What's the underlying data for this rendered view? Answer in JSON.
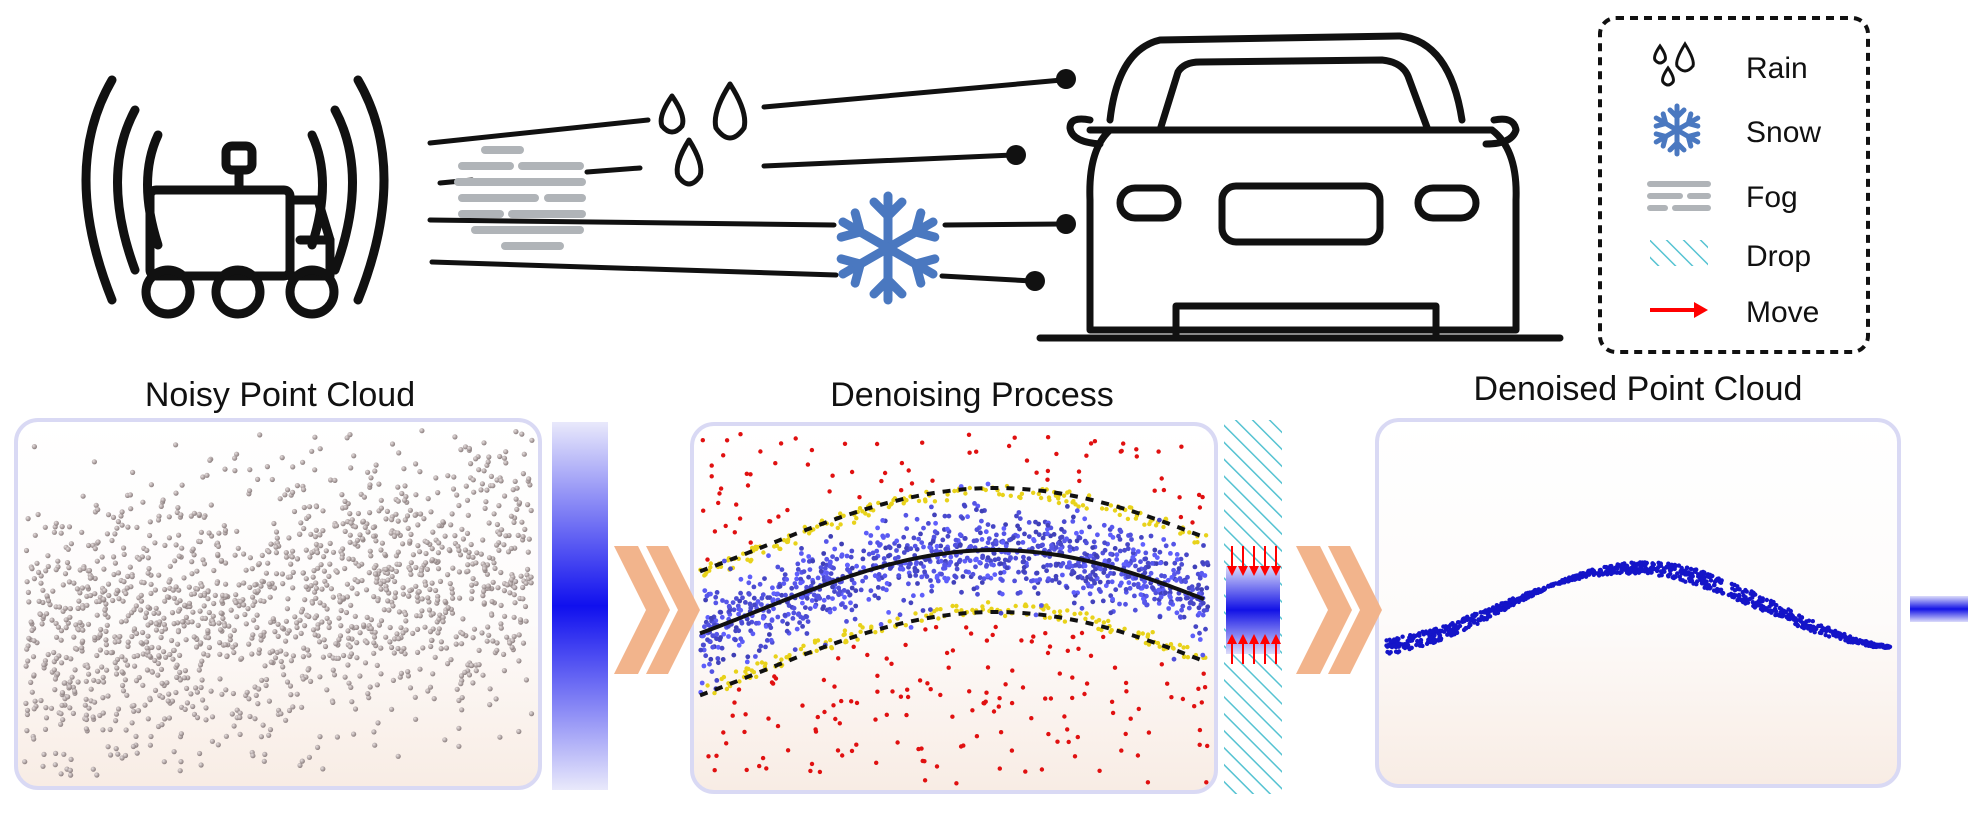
{
  "titles": {
    "noisy": "Noisy Point Cloud",
    "process": "Denoising Process",
    "denoised": "Denoised Point Cloud"
  },
  "legend": [
    {
      "label": "Rain",
      "icon": "raindrops-icon"
    },
    {
      "label": "Snow",
      "icon": "snowflake-icon"
    },
    {
      "label": "Fog",
      "icon": "fog-icon"
    },
    {
      "label": "Drop",
      "icon": "hatch-icon"
    },
    {
      "label": "Move",
      "icon": "red-arrow-icon"
    }
  ],
  "colors": {
    "noisy_point": "#9e9191",
    "clean_point": "#1414c8",
    "noise_point": "#e01010",
    "border_point": "#e8d21a",
    "snow": "#4a78c0",
    "fog": "#b0b4b8",
    "hatch": "#56c3d2",
    "chevron": "#f2b48c",
    "panel_border": "#d9d9f4",
    "arrow": "#ff0000"
  }
}
